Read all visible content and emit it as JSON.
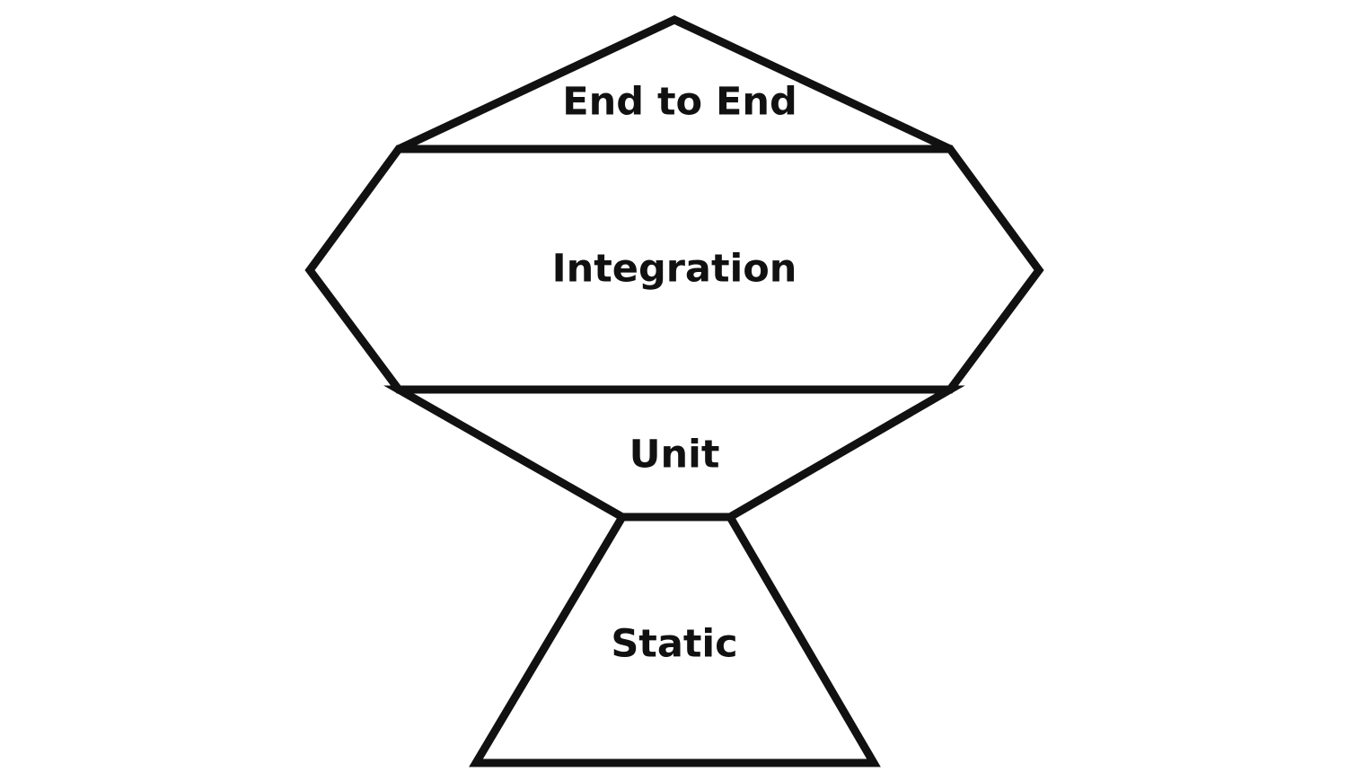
{
  "layers": {
    "end_to_end": "End to End",
    "integration": "Integration",
    "unit": "Unit",
    "static": "Static"
  },
  "colors": {
    "stroke": "#111111",
    "fill": "#ffffff",
    "text": "#111111",
    "background": "#ffffff"
  }
}
